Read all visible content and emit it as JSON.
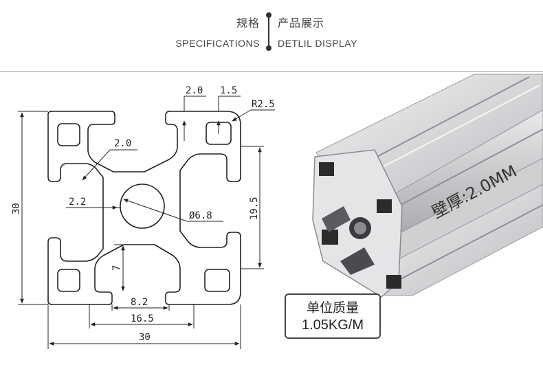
{
  "header": {
    "title_zh_left": "规格",
    "title_zh_right": "产品展示",
    "title_en_left": "SPECIFICATIONS",
    "title_en_right": "DETLIL DISPLAY"
  },
  "drawing": {
    "dims": {
      "top_slot_width": "2.0",
      "top_lip": "1.5",
      "corner_radius": "R2.5",
      "wall": "2.0",
      "slot_height": "19.5",
      "core_wall": "2.2",
      "hole": "Ø6.8",
      "overall_height": "30",
      "overall_width": "30",
      "slot_depth": "7",
      "slot_opening": "8.2",
      "slot_inner_width": "16.5"
    }
  },
  "photo": {
    "wall_label": "壁厚:2.0MM"
  },
  "weight": {
    "label": "单位质量",
    "value": "1.05KG/M"
  }
}
